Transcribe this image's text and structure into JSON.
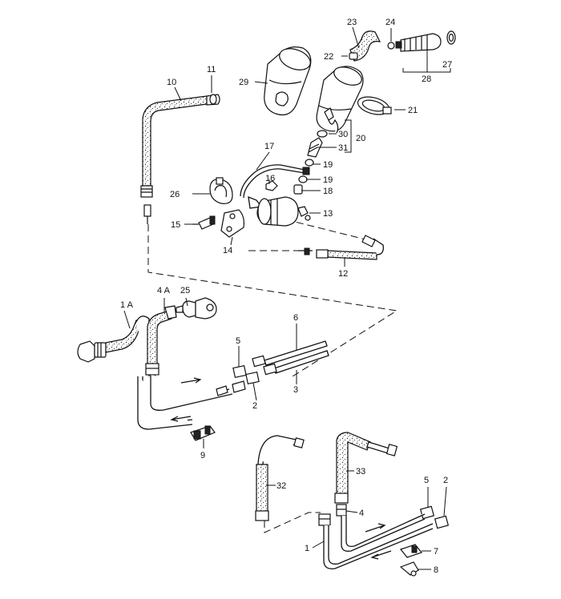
{
  "callouts": {
    "c1": "1",
    "c1A": "1 A",
    "c2a": "2",
    "c2b": "2",
    "c3": "3",
    "c4": "4",
    "c4A": "4 A",
    "c5a": "5",
    "c5b": "5",
    "c6": "6",
    "c7": "7",
    "c8": "8",
    "c9": "9",
    "c10": "10",
    "c11": "11",
    "c12": "12",
    "c13": "13",
    "c14": "14",
    "c15": "15",
    "c16": "16",
    "c17": "17",
    "c18": "18",
    "c19a": "19",
    "c19b": "19",
    "c20": "20",
    "c21": "21",
    "c22": "22",
    "c23": "23",
    "c24": "24",
    "c25": "25",
    "c26": "26",
    "c27": "27",
    "c28": "28",
    "c29": "29",
    "c30": "30",
    "c31": "31",
    "c32": "32",
    "c33": "33"
  }
}
